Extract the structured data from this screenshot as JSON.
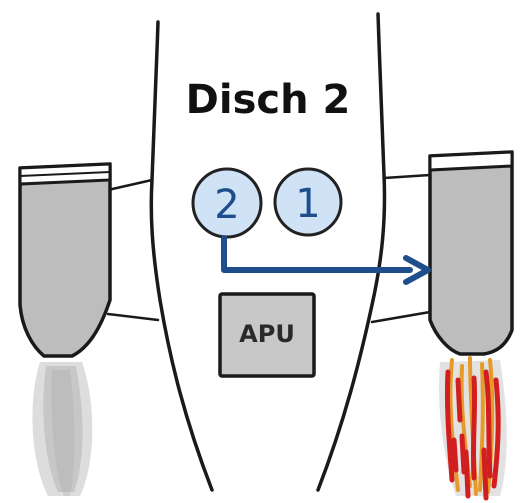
{
  "title": "Disch 2",
  "discharge_buttons": [
    {
      "label": "2",
      "state": "pressed"
    },
    {
      "label": "1",
      "state": "normal"
    }
  ],
  "apu_label": "APU",
  "colors": {
    "ink": "#1a1a1a",
    "engine_fill": "#bdbdbd",
    "apu_fill": "#c8c8c8",
    "button_fill": "#cfe2f6",
    "button_stroke": "#222222",
    "arrow": "#1f4e8c",
    "fire_red": "#d11f1f",
    "fire_orange": "#e59a2a",
    "smoke": "#9e9e9e"
  }
}
